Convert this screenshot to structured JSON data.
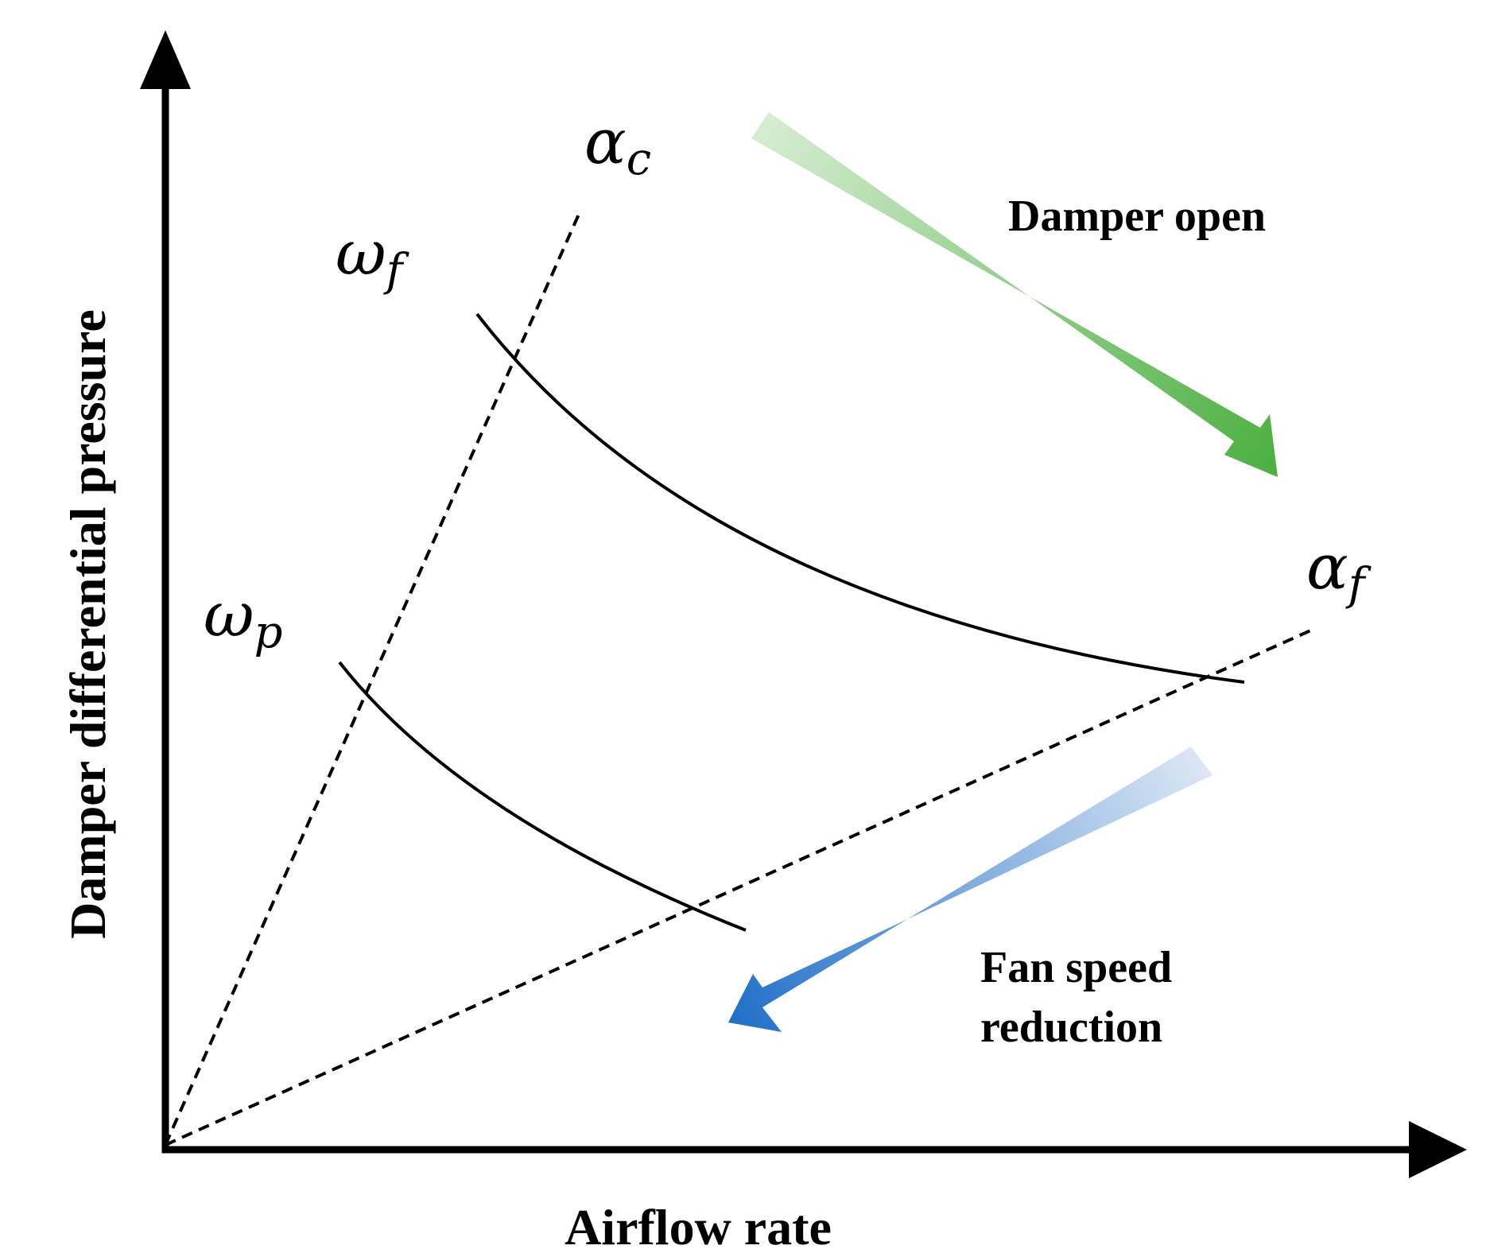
{
  "axes": {
    "x_label": "Airflow rate",
    "y_label": "Damper differential pressure"
  },
  "curves": {
    "omega_f": {
      "symbol": "ω",
      "subscript": "f"
    },
    "omega_p": {
      "symbol": "ω",
      "subscript": "p"
    }
  },
  "damper_lines": {
    "alpha_c": {
      "symbol": "α",
      "subscript": "c"
    },
    "alpha_f": {
      "symbol": "α",
      "subscript": "f"
    }
  },
  "annotations": {
    "damper_open": "Damper open",
    "fan_speed_line1": "Fan speed",
    "fan_speed_line2": "reduction"
  },
  "colors": {
    "axis": "#000000",
    "damper_arrow_start": "#d6ecd2",
    "damper_arrow_end": "#4aaf3f",
    "fan_arrow_start": "#dbe6f4",
    "fan_arrow_end": "#1f6fc8"
  }
}
